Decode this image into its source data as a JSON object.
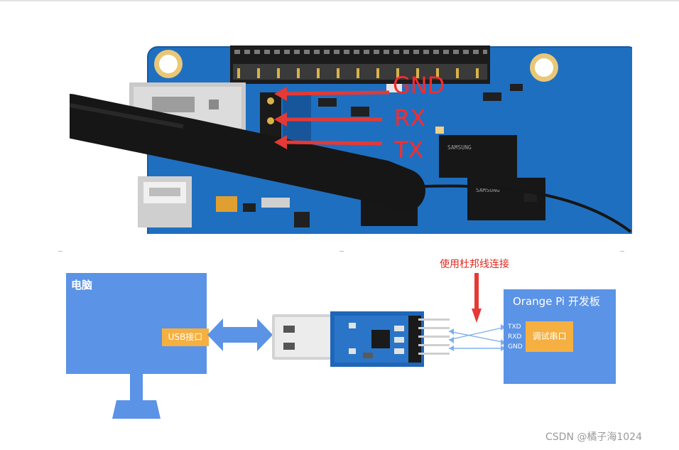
{
  "photo": {
    "pins": [
      "GND",
      "RX",
      "TX"
    ]
  },
  "diagram": {
    "pc_title": "电脑",
    "pc_port": "USB接口",
    "dupont_label": "使用杜邦线连接",
    "board_title": "Orange Pi 开发板",
    "board_pins": [
      "TXD",
      "RXD",
      "GND"
    ],
    "board_port": "调试串口"
  },
  "watermark": "CSDN @橘子海1024",
  "colors": {
    "box_blue": "#5b93e6",
    "port_orange": "#f5b041",
    "arrow_red": "#e53935",
    "pcb_blue": "#1f6fc0",
    "cable_black": "#161616"
  },
  "icons": [
    "double-arrow-icon",
    "down-arrow-icon",
    "usb-ttl-module-icon",
    "monitor-base-icon"
  ]
}
